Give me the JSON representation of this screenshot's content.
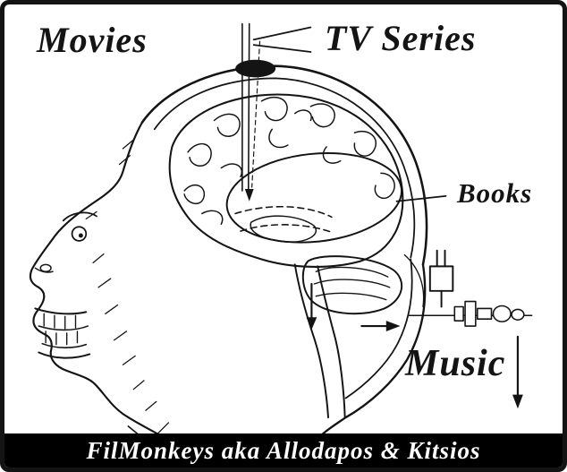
{
  "labels": {
    "movies": "Movies",
    "tv_series": "TV Series",
    "books": "Books",
    "music": "Music"
  },
  "banner": {
    "text": "FilMonkeys aka Allodapos & Kitsios"
  },
  "colors": {
    "ink": "#141414",
    "background": "#ffffff",
    "banner_background": "#000000",
    "banner_text": "#ffffff"
  }
}
